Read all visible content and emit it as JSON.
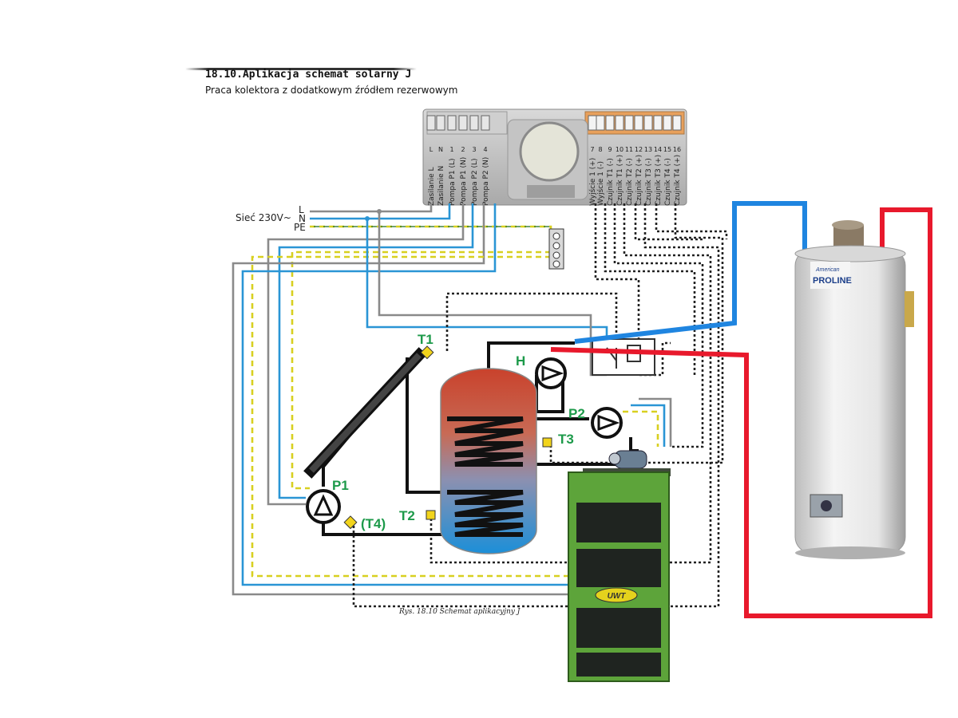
{
  "header": {
    "title": "18.10.Aplikacja schemat solarny J",
    "subtitle": "Praca kolektora z dodatkowym źródłem rezerwowym"
  },
  "mains": {
    "label": "Sieć 230V~",
    "lines": [
      "L",
      "N",
      "PE"
    ]
  },
  "controller": {
    "left_terminals": [
      "Zasilanie L",
      "Zasilanie N",
      "Pompa P1 (L)",
      "Pompa P1 (N)",
      "Pompa P2 (L)",
      "Pompa P2 (N)"
    ],
    "left_numbers": [
      "L",
      "N",
      "1",
      "2",
      "3",
      "4"
    ],
    "right_terminals": [
      "Wyjście 1 (+)",
      "Wyjście 1 (-)",
      "Czujnik T1 (-)",
      "Czujnik T1 (+)",
      "Czujnik T2 (-)",
      "Czujnik T2 (+)",
      "Czujnik T3 (-)",
      "Czujnik T3 (+)",
      "Czujnik T4 (-)",
      "Czujnik T4 (+)"
    ],
    "right_numbers": [
      "7",
      "8",
      "9",
      "10",
      "11",
      "12",
      "13",
      "14",
      "15",
      "16"
    ]
  },
  "components": {
    "t1": "T1",
    "t2": "T2",
    "t3": "T3",
    "t4": "(T4)",
    "p1": "P1",
    "p2": "P2",
    "h": "H"
  },
  "boiler": {
    "brand": "UWT"
  },
  "water_heater": {
    "brand_top": "American",
    "brand_main": "PROLINE"
  },
  "caption": "Rys. 18.10 Schemat aplikacyjny J",
  "colors": {
    "brown_wire": "#8a8a8a",
    "blue_wire": "#2a95d5",
    "pe_wire": "#d8d020",
    "pipe_hot": "#e8192c",
    "pipe_cold": "#1f85e0",
    "sensor": "#f2d41c",
    "label_green": "#1d9a4a",
    "boiler_green": "#5da43a"
  }
}
